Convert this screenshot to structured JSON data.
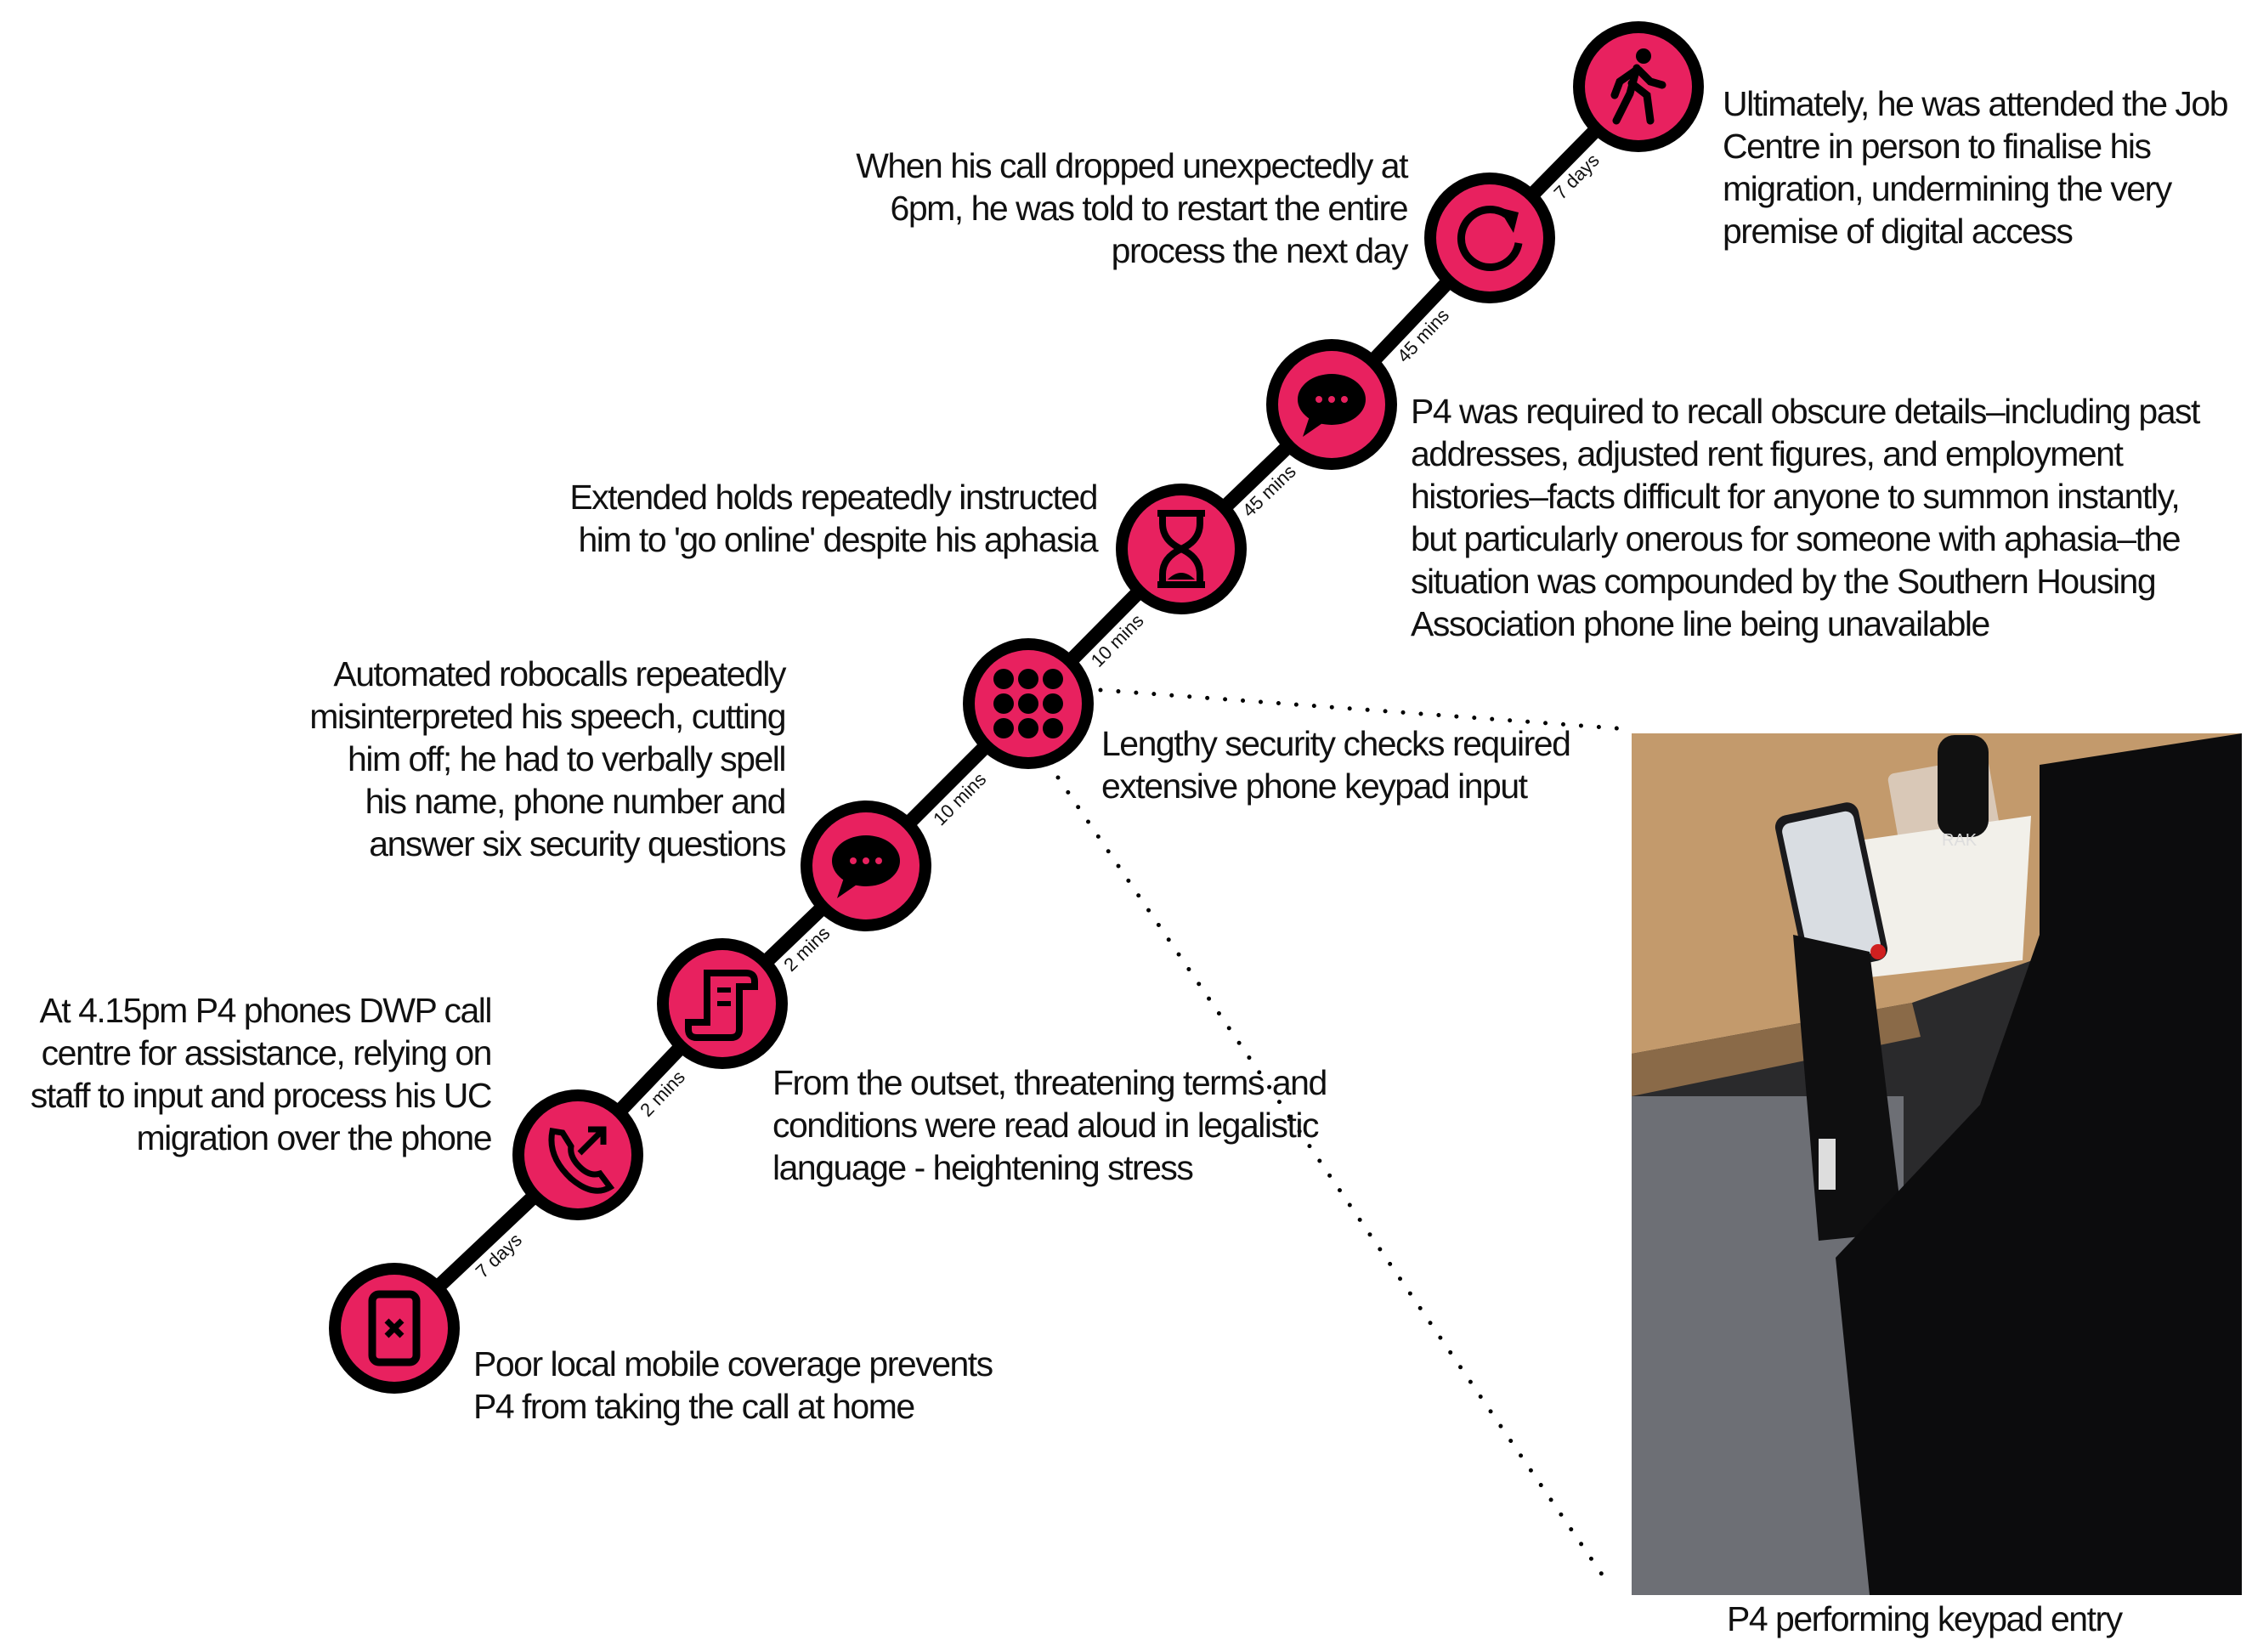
{
  "colors": {
    "node_fill": "#e8215f",
    "node_ring": "#000000",
    "line": "#000000"
  },
  "nodes": [
    {
      "icon": "phone-no-signal-icon",
      "text": "Poor local mobile coverage prevents\nP4 from taking the call at home"
    },
    {
      "icon": "phone-outgoing-icon",
      "text": "At 4.15pm P4 phones DWP call\ncentre for assistance, relying on\nstaff to input and process his UC\nmigration over the phone"
    },
    {
      "icon": "scroll-icon",
      "text": "From the outset, threatening terms and\nconditions  were read aloud in legalistic\nlanguage - heightening stress"
    },
    {
      "icon": "chat-bubble-icon",
      "text": "Automated robocalls repeatedly\nmisinterpreted his speech, cutting\nhim off; he had to verbally spell\nhis name, phone number and\nanswer six security questions"
    },
    {
      "icon": "keypad-icon",
      "text": "Lengthy security checks required\nextensive phone keypad input"
    },
    {
      "icon": "hourglass-icon",
      "text": "Extended holds repeatedly instructed\nhim to 'go online' despite his aphasia"
    },
    {
      "icon": "chat-bubble-icon",
      "text": "P4 was required to recall obscure details–including past\naddresses, adjusted rent figures, and employment\nhistories–facts difficult for anyone to summon instantly,\nbut particularly onerous for someone with aphasia–the\nsituation was compounded by the Southern Housing\nAssociation phone line being unavailable"
    },
    {
      "icon": "refresh-icon",
      "text": "When his call dropped unexpectedly at\n6pm, he was told to restart the entire\nprocess the next day"
    },
    {
      "icon": "walking-person-icon",
      "text": "Ultimately, he was attended the Job\nCentre in person to finalise his\nmigration, undermining the very\npremise of digital access"
    }
  ],
  "durations": [
    "7 days",
    "2 mins",
    "2 mins",
    "10 mins",
    "10 mins",
    "45 mins",
    "45 mins",
    "7 days"
  ],
  "photo": {
    "caption": "P4 performing keypad entry",
    "brand_text": "RAK"
  }
}
